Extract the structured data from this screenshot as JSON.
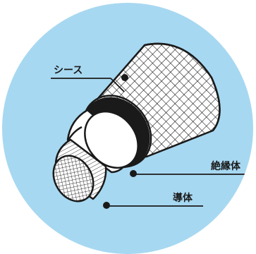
{
  "diagram": {
    "background_color": "#a7d8f1",
    "labels": {
      "sheath": "シース",
      "insulator": "絶縁体",
      "conductor": "導体"
    }
  }
}
